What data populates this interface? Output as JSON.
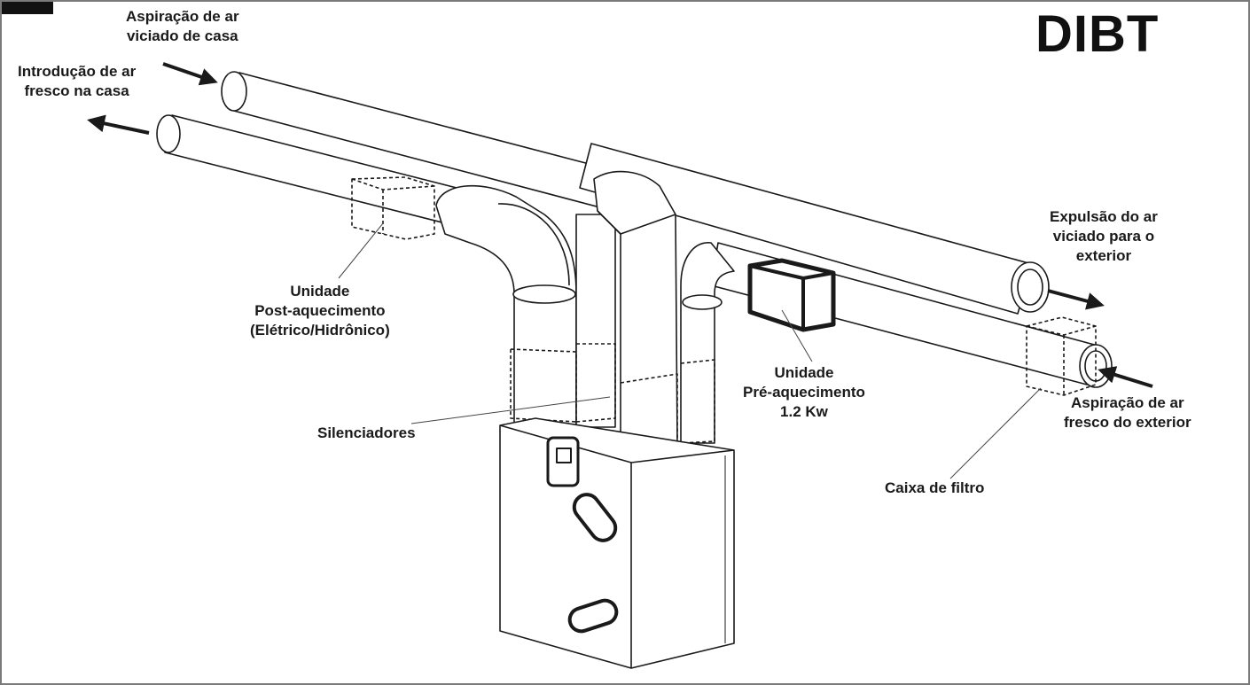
{
  "brand": "DIBT",
  "labels": {
    "exhaust_from_house": [
      "Aspiração de ar",
      "viciado de casa"
    ],
    "fresh_into_house": [
      "Introdução de ar",
      "fresco na casa"
    ],
    "expulsion_outside": [
      "Expulsão do ar",
      "viciado para o",
      "exterior"
    ],
    "intake_from_outside": [
      "Aspiração de ar",
      "fresco do exterior"
    ],
    "post_heating": [
      "Unidade",
      "Post-aquecimento",
      "(Elétrico/Hidrônico)"
    ],
    "pre_heating": [
      "Unidade",
      "Pré-aquecimento",
      "1.2 Kw"
    ],
    "silencers": "Silenciadores",
    "filter_box": "Caixa de filtro"
  },
  "colors": {
    "line": "#1a1a1a",
    "text": "#1a1a1a",
    "frame": "#7a7a7a",
    "background": "#ffffff"
  }
}
